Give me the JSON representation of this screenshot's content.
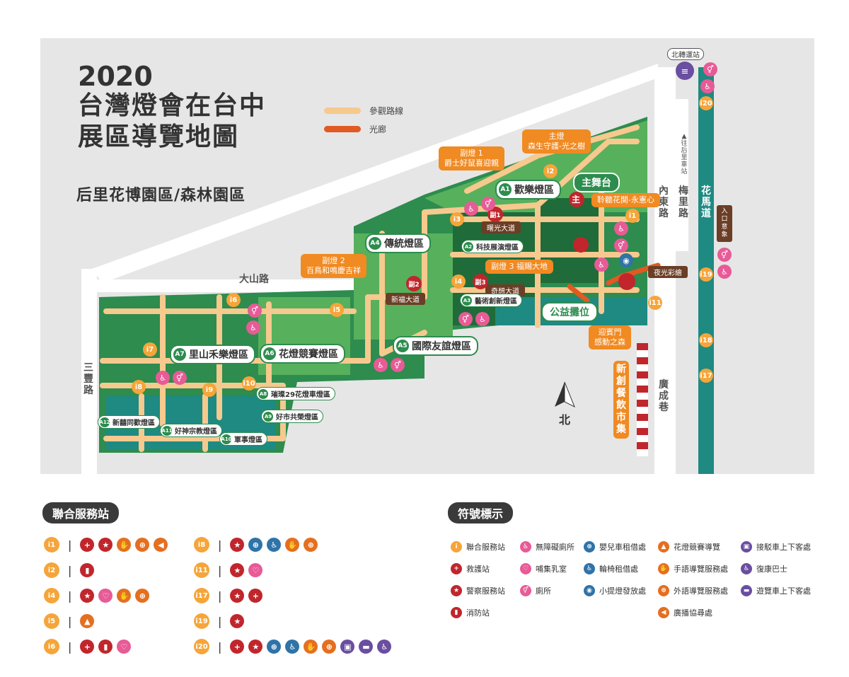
{
  "title": {
    "year": "2020",
    "line1": "台灣燈會在台中",
    "line2": "展區導覽地圖",
    "subtitle": "后里花博園區/森林園區"
  },
  "route_legend": [
    {
      "label": "參觀路線",
      "color": "#f6c98e"
    },
    {
      "label": "光廊",
      "color": "#e05a22"
    }
  ],
  "colors": {
    "map_bg": "#e6e6e6",
    "green_dark": "#1f6b3a",
    "green": "#2d8c4e",
    "green_light": "#57b05c",
    "teal": "#1e8a82",
    "path": "#f6c98e",
    "orange": "#f08a22",
    "brown": "#6b3e26",
    "red": "#c0262c"
  },
  "roads": {
    "dashan": "大山路",
    "sanfeng": "三豐路",
    "neidong": "內東路",
    "meili": "梅里路",
    "huama": "花馬道",
    "guangcheng": "廣成巷",
    "to_houli": "▲往后里車站",
    "north_mrt": "北轉運站",
    "entrance": "入口意象",
    "north": "北"
  },
  "callouts": {
    "main_lamp": "主燈\n森生守護-光之樹",
    "sub1": "副燈 1\n爵士好鼠喜迎親",
    "sub2": "副燈 2\n百鳥和鳴慶吉祥",
    "sub3": "副燈 3  福賜大地",
    "listen": "聆聽花開-永憲心",
    "welcome_gate": "迎賓門\n感動之森",
    "night_corridor": "夜光彩繪",
    "food_market": "新創餐飲市集"
  },
  "avenues": {
    "shuguang": "曙光大道",
    "xinfu": "新福大道",
    "qixiang": "奇想大道"
  },
  "zones": [
    {
      "code": "A1",
      "name": "歡樂燈區"
    },
    {
      "code": "A2",
      "name": "科技展演燈區"
    },
    {
      "code": "A3",
      "name": "藝術創新燈區"
    },
    {
      "code": "A4",
      "name": "傳統燈區"
    },
    {
      "code": "A5",
      "name": "國際友誼燈區"
    },
    {
      "code": "A6",
      "name": "花燈競賽燈區"
    },
    {
      "code": "A7",
      "name": "里山禾樂燈區"
    },
    {
      "code": "A8",
      "name": "璀璨29花燈車燈區"
    },
    {
      "code": "A9",
      "name": "好市共榮燈區"
    },
    {
      "code": "A10",
      "name": "軍事燈區"
    },
    {
      "code": "A11",
      "name": "好神宗教燈區"
    },
    {
      "code": "A12",
      "name": "新囍同歡燈區"
    }
  ],
  "stages": {
    "main": "主舞台",
    "public": "公益攤位",
    "main_mark": "主"
  },
  "sub_marks": [
    "副1",
    "副2",
    "副3"
  ],
  "info_points": [
    "i1",
    "i2",
    "i3",
    "i4",
    "i5",
    "i6",
    "i7",
    "i8",
    "i9",
    "i10",
    "i11",
    "i17",
    "i18",
    "i19",
    "i20"
  ],
  "service_legend": {
    "title": "聯合服務站",
    "rows": [
      {
        "code": "i1",
        "icons": [
          "first-aid",
          "police",
          "sign-language",
          "foreign-language",
          "broadcast"
        ]
      },
      {
        "code": "i2",
        "icons": [
          "fire-station"
        ]
      },
      {
        "code": "i4",
        "icons": [
          "police",
          "nursing-room",
          "sign-language",
          "foreign-language"
        ]
      },
      {
        "code": "i5",
        "icons": [
          "competition-guide"
        ]
      },
      {
        "code": "i6",
        "icons": [
          "first-aid",
          "fire-station",
          "nursing-room"
        ]
      },
      {
        "code": "i8",
        "icons": [
          "police",
          "stroller",
          "wheelchair",
          "sign-language",
          "foreign-language"
        ]
      },
      {
        "code": "i11",
        "icons": [
          "police",
          "nursing-room"
        ]
      },
      {
        "code": "i17",
        "icons": [
          "police",
          "first-aid"
        ]
      },
      {
        "code": "i19",
        "icons": [
          "police"
        ]
      },
      {
        "code": "i20",
        "icons": [
          "first-aid",
          "police",
          "stroller",
          "wheelchair",
          "sign-language",
          "foreign-language",
          "shuttle-bus",
          "tour-bus",
          "rehab-bus"
        ]
      }
    ]
  },
  "symbol_legend": {
    "title": "符號標示",
    "items": [
      {
        "label": "聯合服務站",
        "icon": "info-icon",
        "color": "#f5a53a",
        "glyph": "i"
      },
      {
        "label": "無障礙廁所",
        "icon": "accessible-toilet-icon",
        "color": "#e75b96",
        "glyph": "♿"
      },
      {
        "label": "嬰兒車租借處",
        "icon": "stroller-icon",
        "color": "#2f73a8",
        "glyph": "⊕"
      },
      {
        "label": "花燈競賽導覽",
        "icon": "competition-guide-icon",
        "color": "#e56f20",
        "glyph": "▲"
      },
      {
        "label": "接駁車上下客處",
        "icon": "shuttle-bus-icon",
        "color": "#6a4ea0",
        "glyph": "▣"
      },
      {
        "label": "救護站",
        "icon": "first-aid-icon",
        "color": "#c0262c",
        "glyph": "+"
      },
      {
        "label": "哺集乳室",
        "icon": "nursing-room-icon",
        "color": "#e75b96",
        "glyph": "♡"
      },
      {
        "label": "輪椅租借處",
        "icon": "wheelchair-icon",
        "color": "#2f73a8",
        "glyph": "♿"
      },
      {
        "label": "手語導覽服務處",
        "icon": "sign-language-icon",
        "color": "#e56f20",
        "glyph": "✋"
      },
      {
        "label": "復康巴士",
        "icon": "rehab-bus-icon",
        "color": "#6a4ea0",
        "glyph": "♿"
      },
      {
        "label": "警察服務站",
        "icon": "police-icon",
        "color": "#c0262c",
        "glyph": "★"
      },
      {
        "label": "廁所",
        "icon": "toilet-icon",
        "color": "#e75b96",
        "glyph": "⚥"
      },
      {
        "label": "小提燈發放處",
        "icon": "lantern-icon",
        "color": "#2f73a8",
        "glyph": "◉"
      },
      {
        "label": "外語導覽服務處",
        "icon": "foreign-language-icon",
        "color": "#e56f20",
        "glyph": "⊕"
      },
      {
        "label": "遊覽車上下客處",
        "icon": "tour-bus-icon",
        "color": "#6a4ea0",
        "glyph": "▬"
      },
      {
        "label": "消防站",
        "icon": "fire-station-icon",
        "color": "#c0262c",
        "glyph": "▮"
      },
      {
        "label": "廣播協尋處",
        "icon": "broadcast-icon",
        "color": "#e56f20",
        "glyph": "◀"
      }
    ]
  }
}
